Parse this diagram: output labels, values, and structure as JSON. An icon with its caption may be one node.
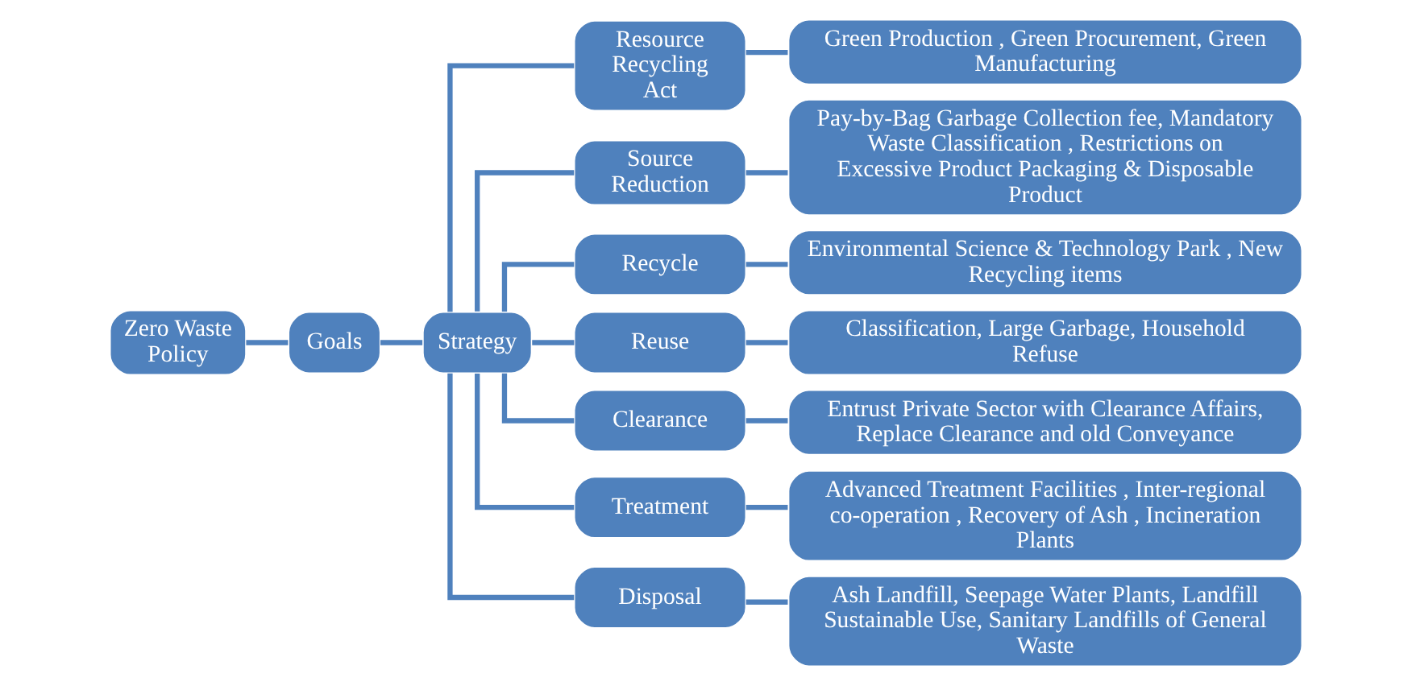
{
  "diagram": {
    "nodes": [
      {
        "text": [
          "Zero Waste Policy"
        ]
      },
      {
        "text": [
          "Goals"
        ]
      },
      {
        "text": [
          "Strategy"
        ]
      },
      {
        "text": [
          "Resource Recycling Act"
        ]
      },
      {
        "text": [
          "Green Production , Green Procurement, Green Manufacturing"
        ]
      },
      {
        "text": [
          "Source Reduction"
        ]
      },
      {
        "text": [
          "Pay-by-Bag Garbage Collection fee, Mandatory Waste Classification , Restrictions on Excessive Product Packaging & Disposable Product"
        ]
      },
      {
        "text": [
          "Recycle"
        ]
      },
      {
        "text": [
          "Environmental Science & Technology Park , New Recycling items"
        ]
      },
      {
        "text": [
          "Reuse"
        ]
      },
      {
        "text": [
          "Classification, Large Garbage, Household Refuse"
        ]
      },
      {
        "text": [
          "Clearance"
        ]
      },
      {
        "text": [
          "Entrust Private Sector with Clearance Affairs, Replace Clearance and old Conveyance"
        ]
      },
      {
        "text": [
          "Treatment"
        ]
      },
      {
        "text": [
          "Advanced Treatment Facilities , Inter-regional co-operation , Recovery of Ash , Incineration Plants"
        ]
      },
      {
        "text": [
          "Disposal"
        ]
      },
      {
        "text": [
          "Ash Landfill, Seepage Water Plants, Landfill Sustainable Use, Sanitary Landfills of General Waste"
        ]
      }
    ],
    "edges": [
      {
        "from": 0,
        "to": 1,
        "arrow": "none"
      },
      {
        "from": 1,
        "to": 2,
        "arrow": "none"
      },
      {
        "from": 2,
        "to": 3,
        "arrow": "none"
      },
      {
        "from": 3,
        "to": 4,
        "arrow": "none"
      },
      {
        "from": 2,
        "to": 5,
        "arrow": "none"
      },
      {
        "from": 5,
        "to": 6,
        "arrow": "none"
      },
      {
        "from": 2,
        "to": 7,
        "arrow": "none"
      },
      {
        "from": 7,
        "to": 8,
        "arrow": "none"
      },
      {
        "from": 2,
        "to": 9,
        "arrow": "none"
      },
      {
        "from": 9,
        "to": 10,
        "arrow": "none"
      },
      {
        "from": 2,
        "to": 11,
        "arrow": "none"
      },
      {
        "from": 11,
        "to": 12,
        "arrow": "none"
      },
      {
        "from": 2,
        "to": 13,
        "arrow": "none"
      },
      {
        "from": 13,
        "to": 14,
        "arrow": "none"
      },
      {
        "from": 2,
        "to": 15,
        "arrow": "none"
      },
      {
        "from": 15,
        "to": 16,
        "arrow": "none"
      }
    ]
  }
}
